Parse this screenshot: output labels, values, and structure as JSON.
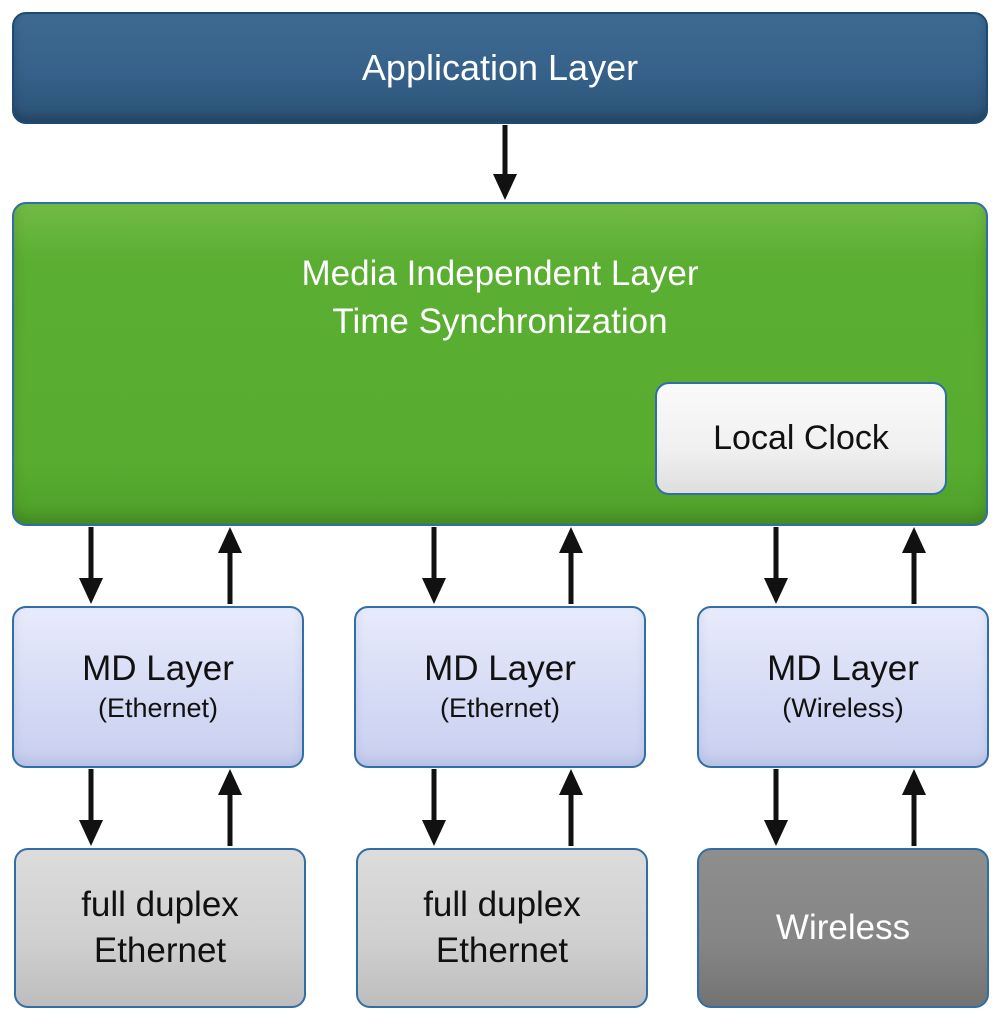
{
  "application_layer": {
    "label": "Application Layer"
  },
  "media_independent": {
    "line1": "Media Independent Layer",
    "line2": "Time Synchronization",
    "local_clock": "Local Clock"
  },
  "md_layers": [
    {
      "title": "MD Layer",
      "subtitle": "(Ethernet)"
    },
    {
      "title": "MD Layer",
      "subtitle": "(Ethernet)"
    },
    {
      "title": "MD Layer",
      "subtitle": "(Wireless)"
    }
  ],
  "physical": [
    {
      "line1": "full duplex",
      "line2": "Ethernet"
    },
    {
      "line1": "full duplex",
      "line2": "Ethernet"
    },
    {
      "line1": "Wireless"
    }
  ],
  "colors": {
    "application": "#36618a",
    "media_independent": "#5aae32",
    "md_layer": "#d6dbf5",
    "physical_ethernet": "#cfcfcf",
    "physical_wireless": "#858585",
    "border": "#2f6fa6",
    "arrow": "#111111"
  }
}
